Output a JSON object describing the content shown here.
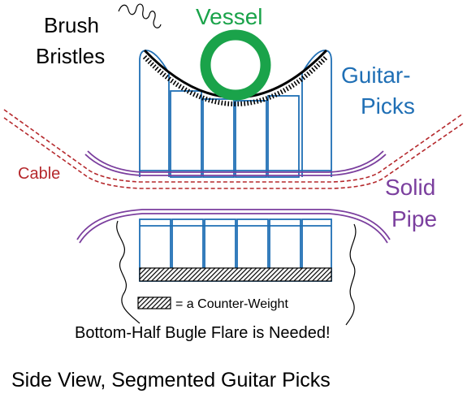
{
  "labels": {
    "brush_line1": "Brush",
    "brush_line2": "Bristles",
    "vessel": "Vessel",
    "picks_line1": "Guitar-",
    "picks_line2": "Picks",
    "cable": "Cable",
    "pipe_line1": "Solid",
    "pipe_line2": "Pipe",
    "legend": "= a Counter-Weight",
    "note": "Bottom-Half Bugle Flare is Needed!",
    "caption": "Side View, Segmented Guitar Picks"
  },
  "colors": {
    "brush": "#000000",
    "vessel": "#1aa34a",
    "picks": "#1f6fb5",
    "cable": "#b5282c",
    "pipe": "#7b3f9e",
    "text": "#000000"
  },
  "picks": {
    "upper_count": 6,
    "lower_count": 6
  }
}
